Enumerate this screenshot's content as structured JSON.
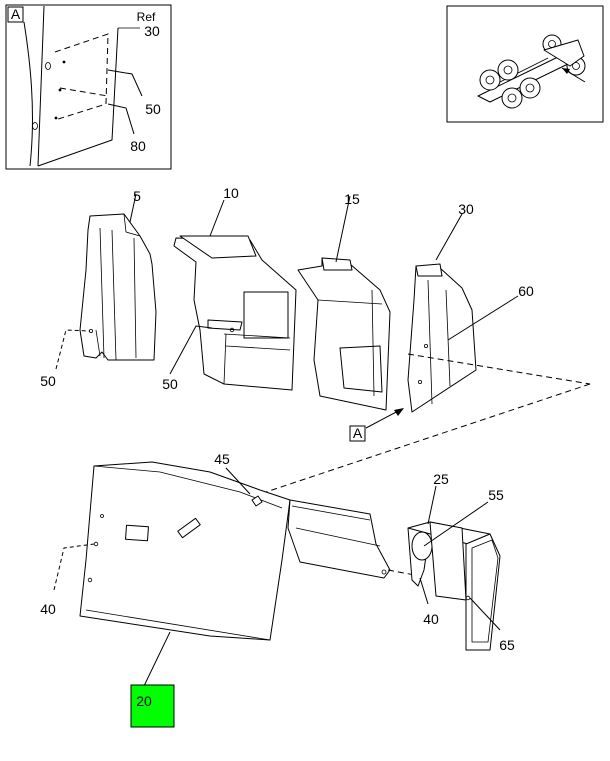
{
  "callout_letter": "A",
  "detail_labels": {
    "ref": "Ref",
    "c30": "30",
    "c50": "50",
    "c80": "80"
  },
  "labels": {
    "p5": "5",
    "p10": "10",
    "p15": "15",
    "p30": "30",
    "p60": "60",
    "p50a": "50",
    "p50b": "50",
    "p45": "45",
    "p25": "25",
    "p55": "55",
    "p40a": "40",
    "p40b": "40",
    "p65": "65"
  },
  "highlighted_part": {
    "label": "20",
    "color": "#00ff00"
  },
  "locator_icon": "truck-chassis-icon"
}
